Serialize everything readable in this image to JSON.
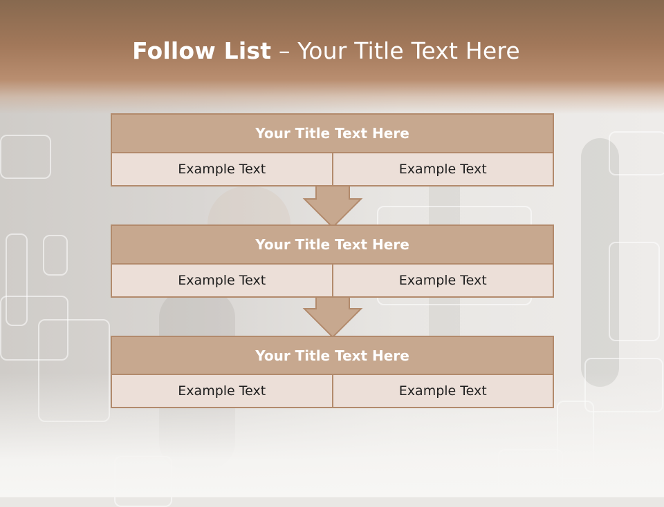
{
  "slide": {
    "title_bold": "Follow List",
    "title_rest": "  – Your Title Text Here"
  },
  "steps": [
    {
      "title": "Your Title Text Here",
      "left": "Example Text",
      "right": "Example Text"
    },
    {
      "title": "Your Title Text Here",
      "left": "Example Text",
      "right": "Example Text"
    },
    {
      "title": "Your Title Text Here",
      "left": "Example Text",
      "right": "Example Text"
    }
  ],
  "colors": {
    "header": "#a2785a",
    "box_title": "#c7a88f",
    "box_cell": "#ecdfd8",
    "border": "#b28a6c"
  },
  "icons": {
    "connector": "down-arrow-icon"
  }
}
